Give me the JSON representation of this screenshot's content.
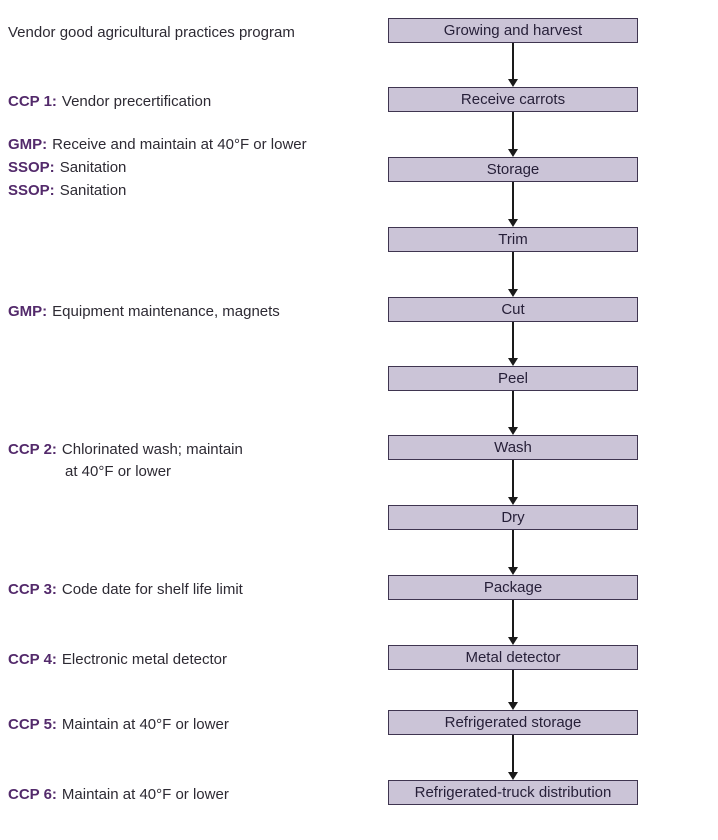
{
  "diagram": {
    "type": "flowchart",
    "colors": {
      "box_fill": "#cbc4d7",
      "box_border": "#3f3550",
      "accent_text": "#532a6b",
      "body_text": "#2d2a33",
      "arrow": "#1a1a1a",
      "background": "#ffffff"
    },
    "flow": {
      "steps": [
        {
          "label": "Growing and harvest"
        },
        {
          "label": "Receive carrots"
        },
        {
          "label": "Storage"
        },
        {
          "label": "Trim"
        },
        {
          "label": "Cut"
        },
        {
          "label": "Peel"
        },
        {
          "label": "Wash"
        },
        {
          "label": "Dry"
        },
        {
          "label": "Package"
        },
        {
          "label": "Metal detector"
        },
        {
          "label": "Refrigerated storage"
        },
        {
          "label": "Refrigerated-truck distribution"
        }
      ]
    },
    "annotations": [
      {
        "prefix": "",
        "text": "Vendor good agricultural practices program"
      },
      {
        "prefix": "CCP 1:",
        "text": "Vendor precertification"
      },
      {
        "prefix": "GMP:",
        "text": "Receive and maintain at 40°F or lower"
      },
      {
        "prefix": "SSOP:",
        "text": "Sanitation"
      },
      {
        "prefix": "SSOP:",
        "text": "Sanitation"
      },
      {
        "prefix": "GMP:",
        "text": "Equipment maintenance, magnets"
      },
      {
        "prefix": "CCP 2:",
        "text": "Chlorinated wash; maintain",
        "text2": "at 40°F or lower"
      },
      {
        "prefix": "CCP 3:",
        "text": "Code date for shelf life limit"
      },
      {
        "prefix": "CCP 4:",
        "text": "Electronic metal detector"
      },
      {
        "prefix": "CCP 5:",
        "text": "Maintain at 40°F or lower"
      },
      {
        "prefix": "CCP 6:",
        "text": "Maintain at 40°F or lower"
      }
    ]
  }
}
